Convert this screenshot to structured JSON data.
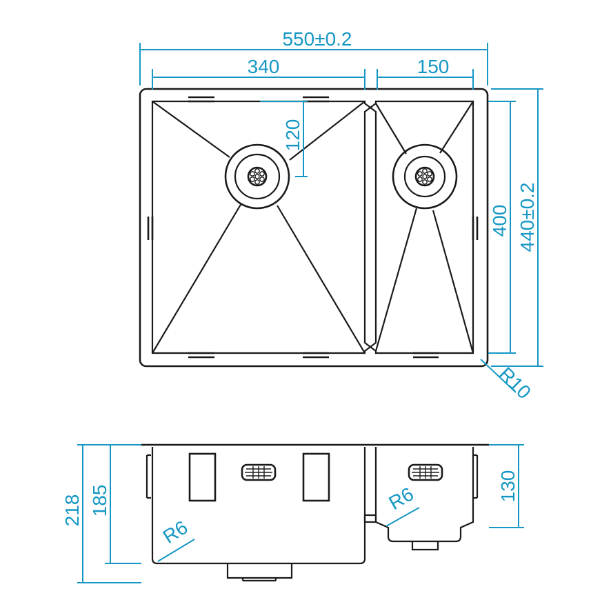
{
  "colors": {
    "line": "#1a1a1a",
    "dimension": "#1597c4",
    "background": "#ffffff"
  },
  "top_view": {
    "overall_width": "550±0.2",
    "left_bowl_width": "340",
    "right_bowl_width": "150",
    "drain_offset": "120",
    "bowl_depth": "400",
    "overall_depth": "440±0.2",
    "corner_radius": "R10"
  },
  "side_view": {
    "total_height": "218",
    "left_bowl_height": "185",
    "right_bowl_height": "130",
    "left_radius": "R6",
    "right_radius": "R6"
  },
  "drain_icon": "drain-strainer-icon",
  "overflow_icon": "overflow-grille-icon"
}
